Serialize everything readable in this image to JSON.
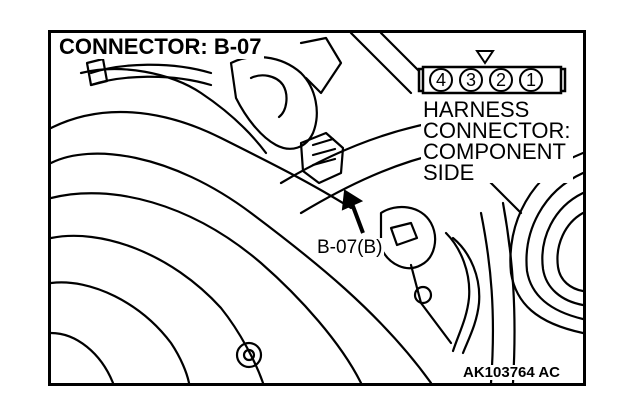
{
  "title": "CONNECTOR: B-07",
  "connector_face": {
    "pins": [
      "4",
      "3",
      "2",
      "1"
    ],
    "label_lines": [
      "HARNESS",
      "CONNECTOR:",
      "COMPONENT",
      "SIDE"
    ]
  },
  "callout": "B-07(B)",
  "figure_id": "AK103764 AC"
}
